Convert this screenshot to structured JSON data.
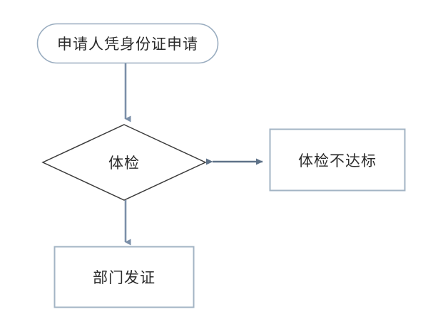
{
  "diagram": {
    "type": "flowchart",
    "title": "",
    "background_color": "#ffffff",
    "nodes": [
      {
        "id": "start",
        "shape": "stadium",
        "label": "申请人凭身份证申请",
        "border_color": "#9aadc0",
        "fill_color": "#ffffff",
        "text_color": "#2b2b2b"
      },
      {
        "id": "decision",
        "shape": "diamond",
        "label": "体检",
        "border_color": "#3c3c3c",
        "fill_color": "#ffffff",
        "text_color": "#2b2b2b"
      },
      {
        "id": "fail",
        "shape": "rectangle",
        "label": "体检不达标",
        "border_color": "#a3b4c4",
        "fill_color": "#ffffff",
        "text_color": "#2b2b2b"
      },
      {
        "id": "issue",
        "shape": "rectangle",
        "label": "部门发证",
        "border_color": "#a3b4c4",
        "fill_color": "#ffffff",
        "text_color": "#2b2b2b"
      }
    ],
    "edges": [
      {
        "id": "start-to-decision",
        "from": "start",
        "to": "decision",
        "label": "",
        "arrow": "single",
        "direction": "down",
        "color": "#7b8fa8"
      },
      {
        "id": "decision-to-fail",
        "from": "decision",
        "to": "fail",
        "label": "",
        "arrow": "double",
        "direction": "horizontal",
        "color": "#7b8fa8"
      },
      {
        "id": "decision-to-issue",
        "from": "decision",
        "to": "issue",
        "label": "",
        "arrow": "single",
        "direction": "down",
        "color": "#7b8fa8"
      }
    ]
  }
}
